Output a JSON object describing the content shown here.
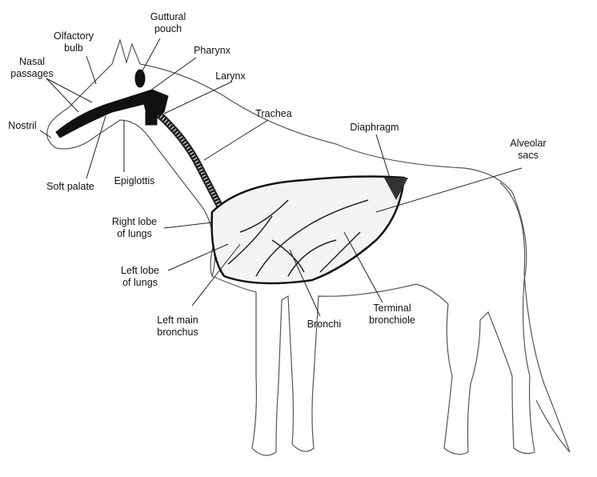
{
  "title": "Horse respiratory system",
  "labels": {
    "guttural_pouch": [
      "Guttural",
      "pouch"
    ],
    "olfactory_bulb": [
      "Olfactory",
      "bulb"
    ],
    "pharynx": "Pharynx",
    "nasal_passages": [
      "Nasal",
      "passages"
    ],
    "larynx": "Larynx",
    "nostril": "Nostril",
    "trachea": "Trachea",
    "diaphragm": "Diaphragm",
    "alveolar_sacs": [
      "Alveolar",
      "sacs"
    ],
    "soft_palate": "Soft palate",
    "epiglottis": "Epiglottis",
    "right_lobe": [
      "Right lobe",
      "of lungs"
    ],
    "left_lobe": [
      "Left lobe",
      "of lungs"
    ],
    "left_main_bronchus": [
      "Left main",
      "bronchus"
    ],
    "bronchi": "Bronchi",
    "terminal_bronchiole": [
      "Terminal",
      "bronchiole"
    ]
  }
}
